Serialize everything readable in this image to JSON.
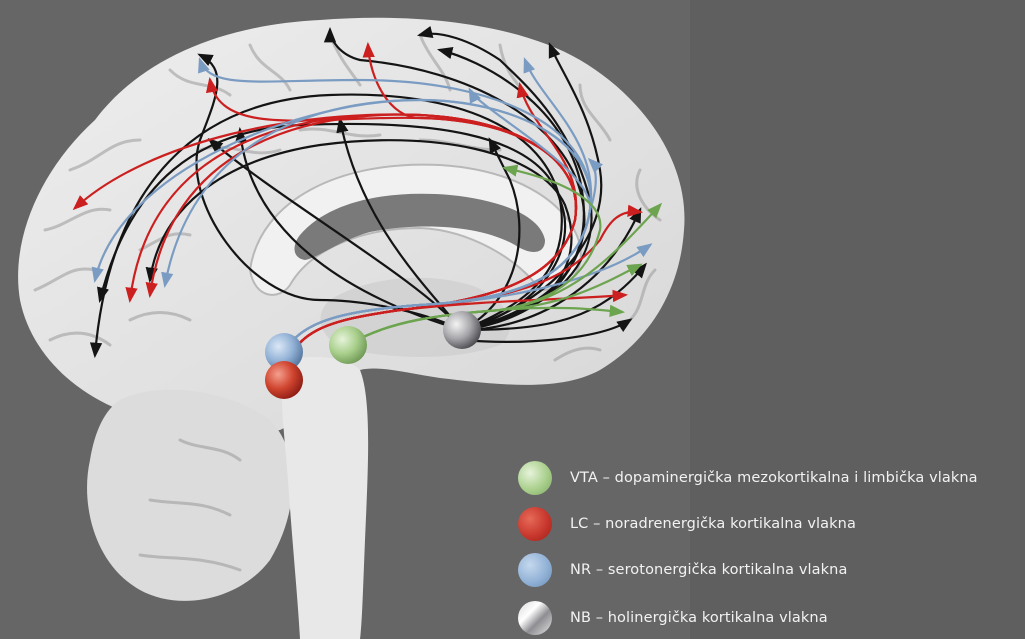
{
  "colors": {
    "background": "#5f5f5f",
    "vta": "#a9cf8c",
    "lc": "#c8372d",
    "nr": "#92b2d6",
    "nb": "#b9b9bd",
    "fiber_black": "#141414",
    "fiber_red": "#cc1f1f",
    "fiber_blue": "#7b9cc2",
    "fiber_green": "#6da44f"
  },
  "legend": [
    {
      "id": "vta",
      "label": "VTA – dopaminergička mezokortikalna i limbička vlakna",
      "color": "#a9cf8c",
      "icon": "green-circle"
    },
    {
      "id": "lc",
      "label": "LC – noradrenergička kortikalna vlakna",
      "color": "#c8372d",
      "icon": "red-circle"
    },
    {
      "id": "nr",
      "label": "NR – serotonergička kortikalna vlakna",
      "color": "#92b2d6",
      "icon": "blue-circle"
    },
    {
      "id": "nb",
      "label": "NB – holinergička  kortikalna vlakna",
      "color": "#b9b9bd",
      "icon": "gray-sphere"
    }
  ]
}
